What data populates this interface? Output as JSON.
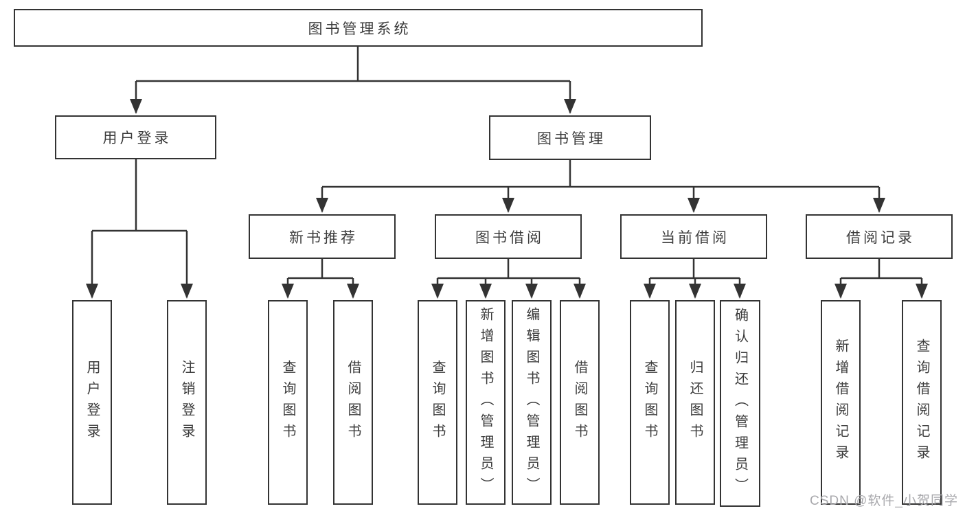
{
  "diagram": {
    "title_note": "library management system feature tree",
    "root": {
      "label": "图书管理系统"
    },
    "user_login": {
      "label": "用户登录",
      "children": [
        {
          "label": "用户登录"
        },
        {
          "label": "注销登录"
        }
      ]
    },
    "book_management": {
      "label": "图书管理",
      "sections": [
        {
          "label": "新书推荐",
          "children": [
            {
              "label": "查询图书"
            },
            {
              "label": "借阅图书"
            }
          ]
        },
        {
          "label": "图书借阅",
          "children": [
            {
              "label": "查询图书"
            },
            {
              "label": "新增图书（管理员）"
            },
            {
              "label": "编辑图书（管理员）"
            },
            {
              "label": "借阅图书"
            }
          ]
        },
        {
          "label": "当前借阅",
          "children": [
            {
              "label": "查询图书"
            },
            {
              "label": "归还图书"
            },
            {
              "label": "确认归还（管理员）"
            }
          ]
        },
        {
          "label": "借阅记录",
          "children": [
            {
              "label": "新增借阅记录"
            },
            {
              "label": "查询借阅记录"
            }
          ]
        }
      ]
    }
  },
  "watermark": {
    "text": "CSDN @软件_小贺同学"
  },
  "colors": {
    "line": "#333333",
    "box_border": "#333333",
    "text": "#3c3c3c",
    "watermark": "#a8a8ac",
    "background": "#ffffff"
  }
}
